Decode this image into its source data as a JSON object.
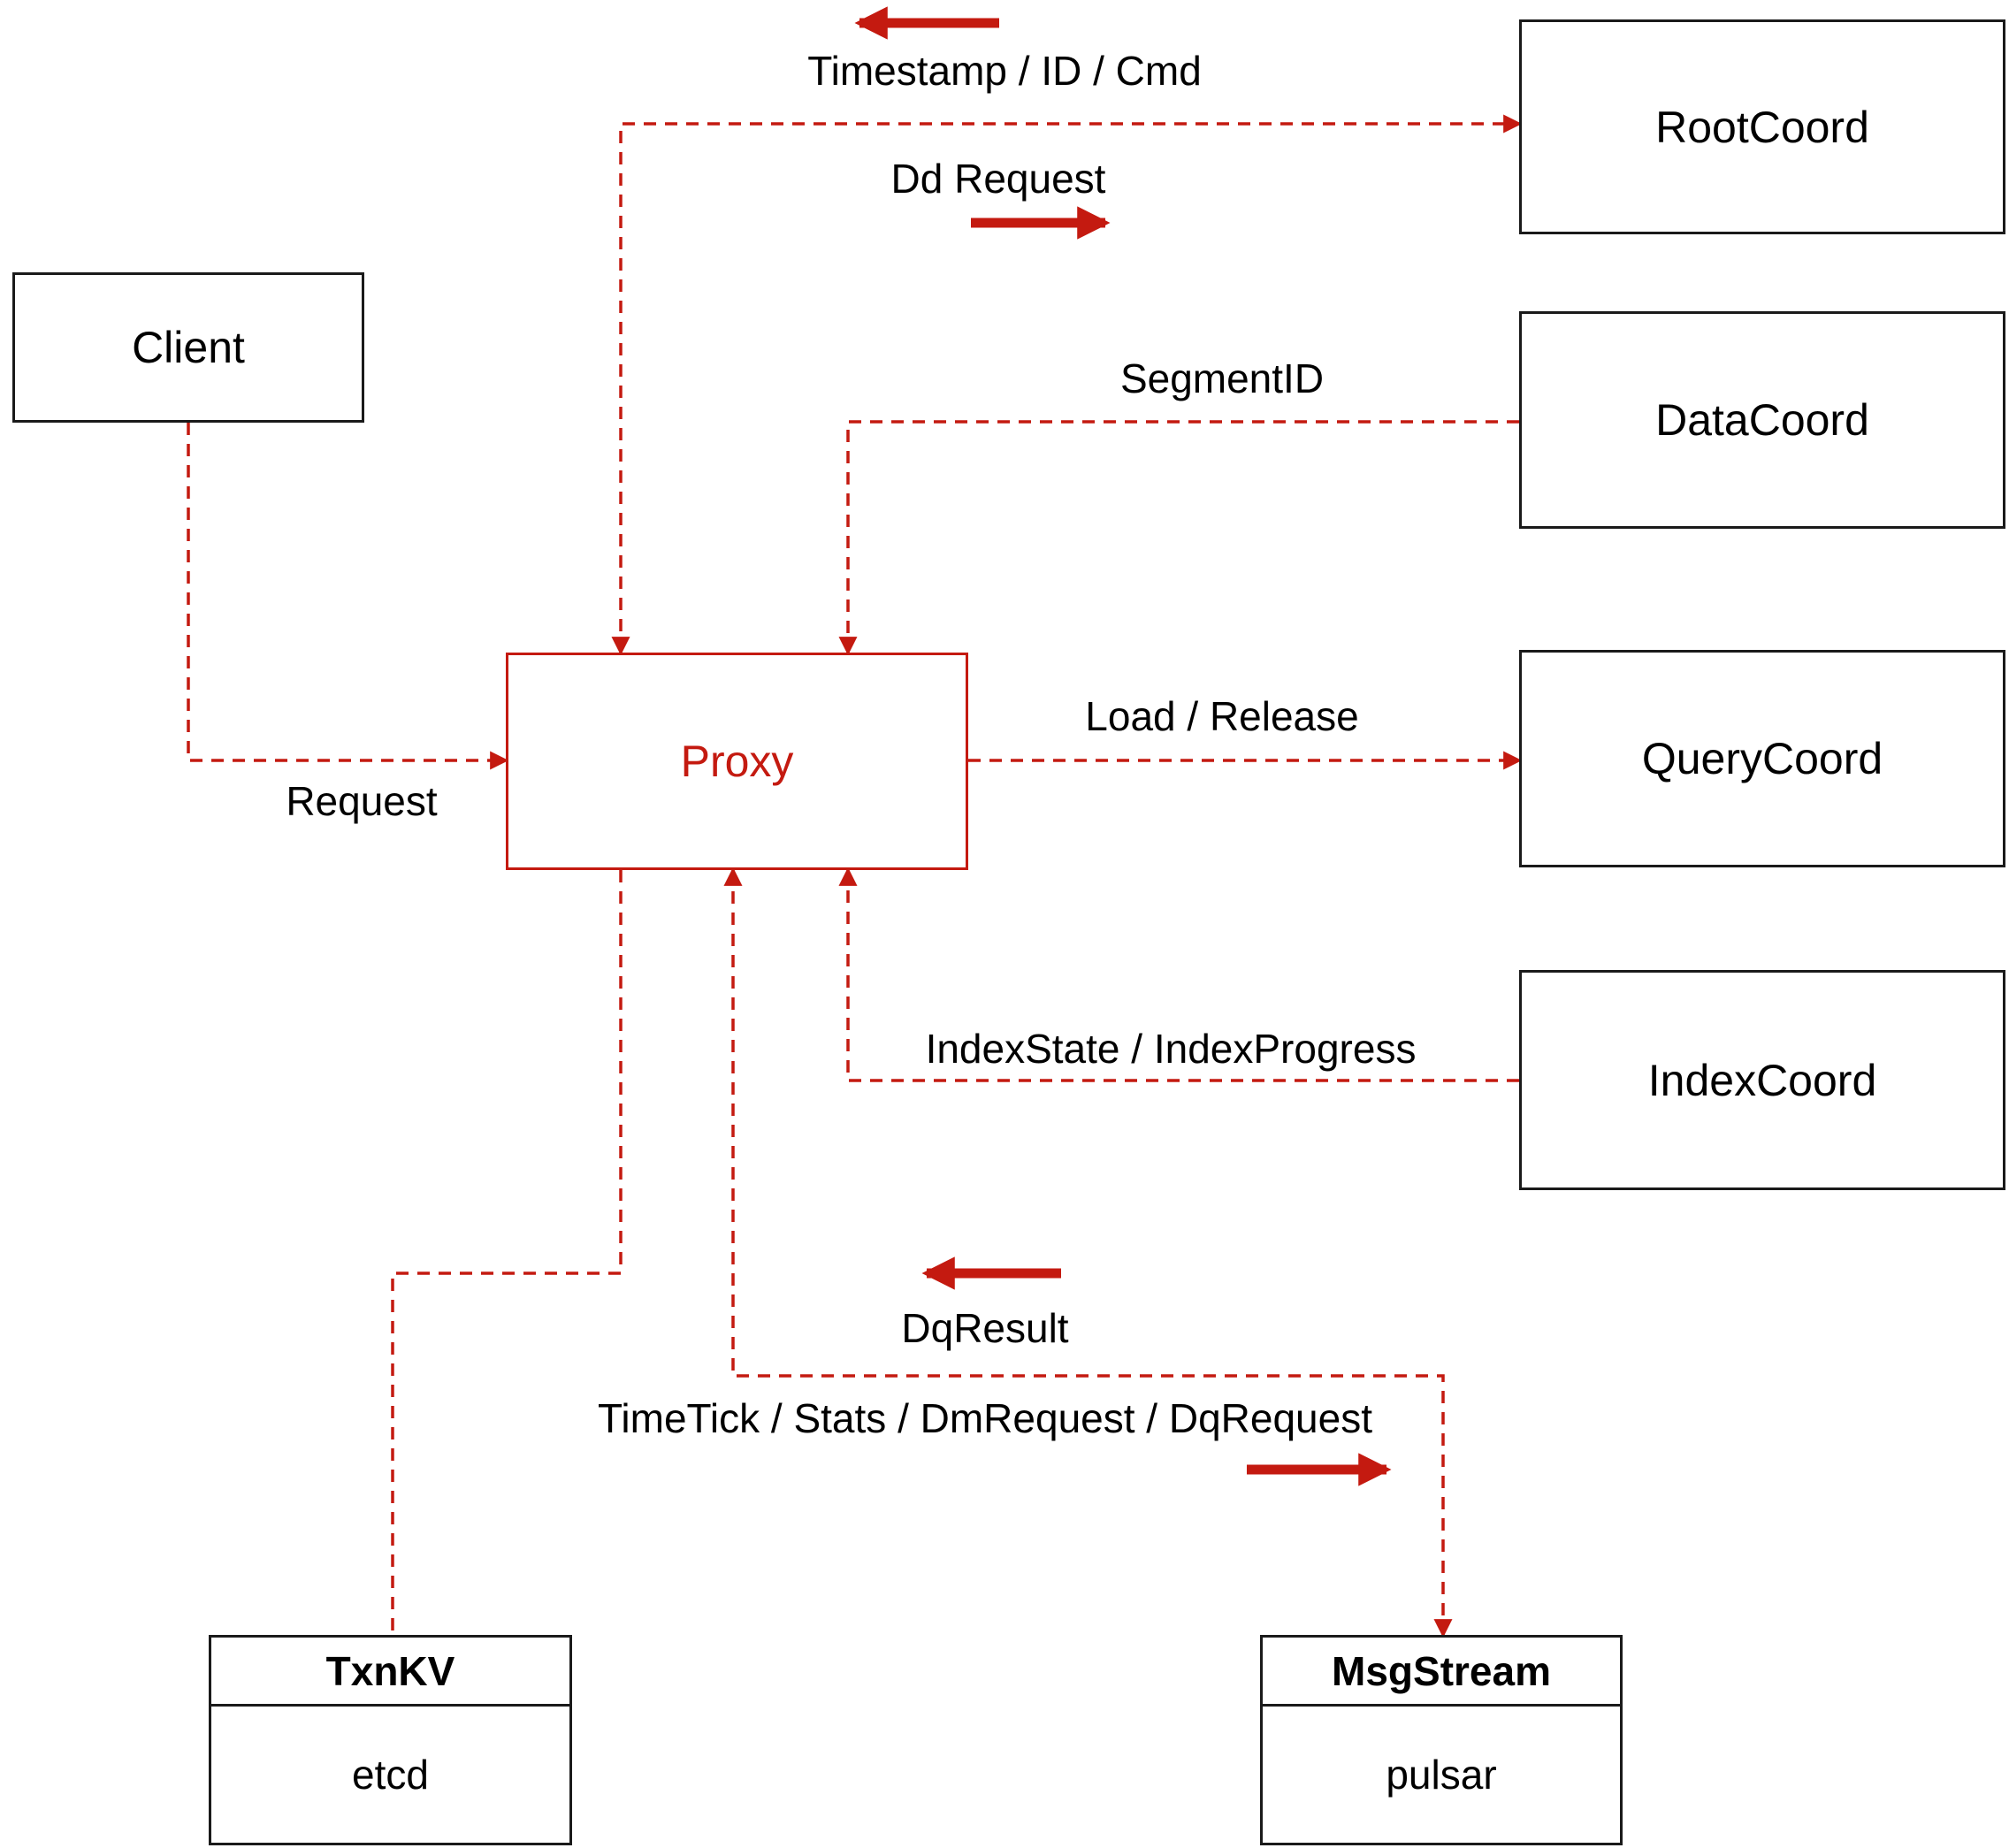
{
  "colors": {
    "accent": "#c41a10",
    "box_border": "#1a1a1a",
    "text": "#000000",
    "background": "#ffffff"
  },
  "nodes": {
    "client": {
      "label": "Client"
    },
    "root_coord": {
      "label": "RootCoord"
    },
    "data_coord": {
      "label": "DataCoord"
    },
    "query_coord": {
      "label": "QueryCoord"
    },
    "index_coord": {
      "label": "IndexCoord"
    },
    "proxy": {
      "label": "Proxy"
    },
    "txnkv": {
      "title": "TxnKV",
      "impl": "etcd"
    },
    "msgstream": {
      "title": "MsgStream",
      "impl": "pulsar"
    }
  },
  "edge_labels": {
    "timestamp_id_cmd": "Timestamp / ID / Cmd",
    "dd_request": "Dd Request",
    "segment_id": "SegmentID",
    "request": "Request",
    "load_release": "Load / Release",
    "index_state_progress": "IndexState / IndexProgress",
    "dq_result": "DqResult",
    "timetick_stats": "TimeTick / Stats / DmRequest / DqRequest"
  }
}
